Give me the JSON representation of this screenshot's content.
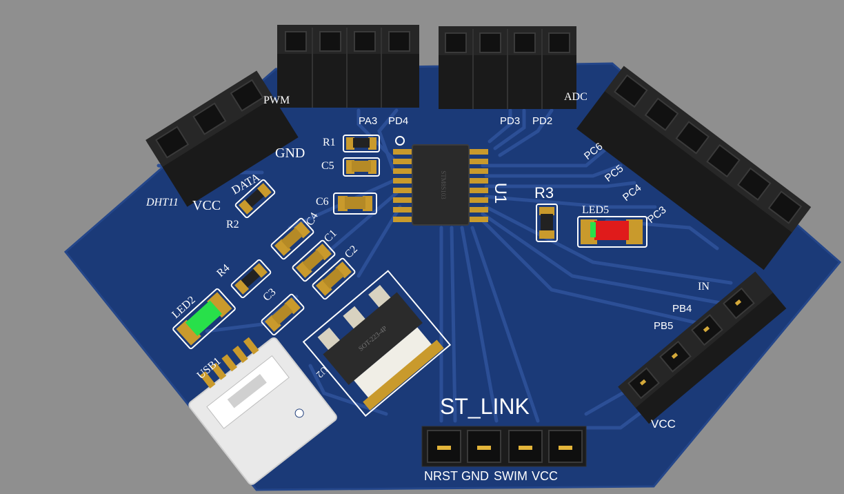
{
  "colors": {
    "background": "#8f8f8f",
    "board": "#1b3a78",
    "trace": "#2a4c91",
    "silk": "#ffffff",
    "pad": "#c89a2a",
    "header": "#1e1e1e",
    "led_green": "#28e04a",
    "led_red": "#e01b1b"
  },
  "headers": {
    "top_left_labels": {
      "pa3": "PA3",
      "pd4": "PD4",
      "pwm": "PWM"
    },
    "top_right_labels": {
      "pd3": "PD3",
      "pd2": "PD2",
      "adc": "ADC"
    },
    "right_labels": {
      "pc6": "PC6",
      "pc5": "PC5",
      "pc4": "PC4",
      "pc3": "PC3"
    },
    "dht11_labels": {
      "dht11": "DHT11",
      "vcc": "VCC",
      "data": "DATA",
      "gnd": "GND"
    },
    "relay_labels": {
      "in": "IN",
      "pb4": "PB4",
      "pb5": "PB5",
      "vcc": "VCC"
    },
    "st_link": {
      "title": "ST_LINK",
      "pins": {
        "nrst": "NRST",
        "gnd": "GND",
        "swim": "SWIM",
        "vcc": "VCC"
      }
    }
  },
  "components": {
    "r1": "R1",
    "r2": "R2",
    "r3": "R3",
    "r4": "R4",
    "c1": "C1",
    "c2": "C2",
    "c3": "C3",
    "c4": "C4",
    "c5": "C5",
    "c6": "C6",
    "led2": "LED2",
    "led5": "LED5",
    "u1": "U1",
    "u2": "U2",
    "usb1": "USB1",
    "mcu_marking": "STM8S103",
    "regulator_marking": "SOT-223-4P"
  }
}
